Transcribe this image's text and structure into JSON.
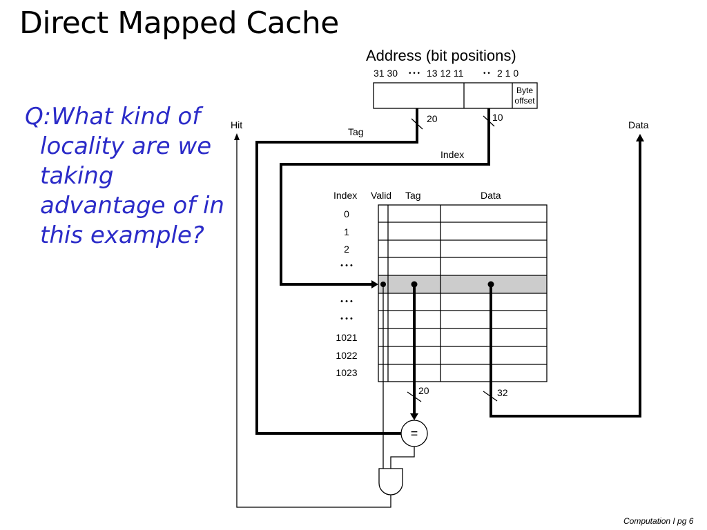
{
  "slide": {
    "title": "Direct Mapped Cache",
    "question": "Q:What kind of locality are we taking advantage of in this example?",
    "footer": "Computation I  pg 6"
  },
  "address": {
    "label": "Address (bit positions)",
    "bits_left": "31 30",
    "bits_dots_1": "• • •",
    "bits_mid": "13 12  11",
    "bits_dots_2": "• •",
    "bits_right": "2  1 0",
    "byte_offset_1": "Byte",
    "byte_offset_2": "offset"
  },
  "buses": {
    "tag_width": "20",
    "index_width": "10",
    "tag_label": "Tag",
    "index_label": "Index",
    "hit_label": "Hit",
    "data_label": "Data",
    "compare_width": "20",
    "data_width": "32",
    "comparator": "="
  },
  "cache": {
    "headers": {
      "index": "Index",
      "valid": "Valid",
      "tag": "Tag",
      "data": "Data"
    },
    "row_labels": [
      "0",
      "1",
      "2",
      "• • •",
      "",
      "• • •",
      "• • •",
      "1021",
      "1022",
      "1023"
    ],
    "selected_row_color": "#cccccc"
  }
}
